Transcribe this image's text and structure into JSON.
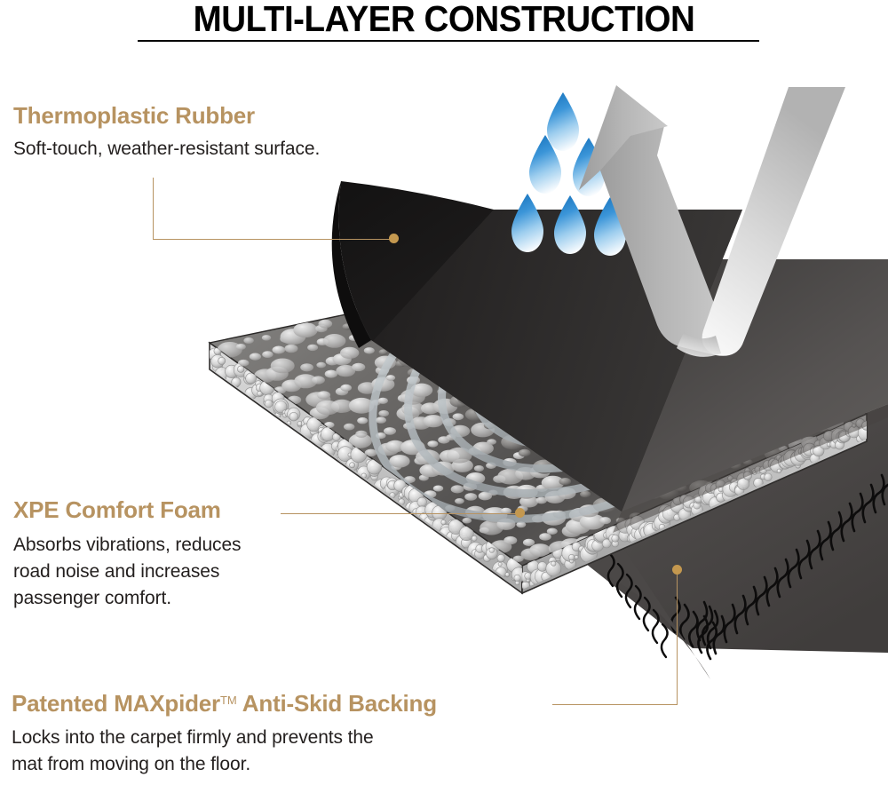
{
  "header": {
    "title": "MULTI-LAYER CONSTRUCTION",
    "rule_color": "#000000"
  },
  "theme": {
    "accent_gold": "#b79361",
    "dot_gold": "#c4984f",
    "body_text": "#231f1e",
    "rubber_black": "#2a2827",
    "rubber_dark_gray": "#5a5756",
    "backing_panel": "#4a4746",
    "foam_top": "#6b6967",
    "foam_edge": "#b9b9b9",
    "arrow_gray": "#b3b3b3",
    "arrow_light": "#e9e9e9",
    "droplet_blue": "#2182c9",
    "droplet_light": "#f4fafe",
    "background": "#ffffff"
  },
  "callouts": [
    {
      "id": "thermoplastic-rubber",
      "heading": "Thermoplastic Rubber",
      "heading_suffix": "",
      "body": "Soft-touch, weather-resistant surface.",
      "body_lines": [
        "Soft-touch, weather-resistant surface."
      ]
    },
    {
      "id": "xpe-comfort-foam",
      "heading": "XPE Comfort Foam",
      "heading_suffix": "",
      "body": "Absorbs vibrations, reduces road noise and increases passenger comfort.",
      "body_lines": [
        "Absorbs vibrations, reduces",
        "road noise and increases",
        "passenger comfort."
      ]
    },
    {
      "id": "maxpider-anti-skid-backing",
      "heading_part1": "Patented MAXpider",
      "heading_tm": "TM",
      "heading_part2": " Anti-Skid Backing",
      "body": "Locks into the carpet firmly and prevents the mat from moving on the floor.",
      "body_lines": [
        "Locks into the carpet firmly and prevents the",
        "mat from moving on the floor."
      ]
    }
  ],
  "diagram": {
    "type": "layered-product-cutaway",
    "layers": [
      {
        "name": "thermoplastic-rubber-surface",
        "order": 1,
        "color": "#2a2827",
        "note": "peeled-back top sheet"
      },
      {
        "name": "xpe-comfort-foam-core",
        "order": 2,
        "color": "#6b6967",
        "note": "bubbled slab with ripple arcs"
      },
      {
        "name": "maxpider-anti-skid-backing",
        "order": 3,
        "color": "#4a4746",
        "note": "spiked underside"
      }
    ],
    "water_droplets": {
      "count": 6,
      "rows": [
        1,
        2,
        3
      ],
      "semantic": "water-repellent-indicator"
    },
    "arrow": {
      "name": "water-runoff-arrow",
      "shape": "checkmark-v",
      "semantic": "liquid-deflected-away"
    },
    "ripples": {
      "count": 7,
      "semantic": "vibration-absorption-waves"
    }
  }
}
